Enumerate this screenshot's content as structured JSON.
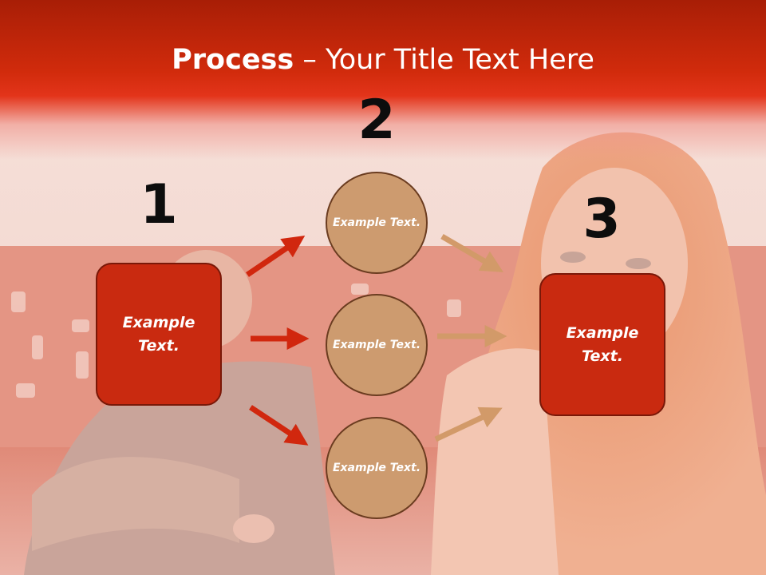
{
  "slide": {
    "title_bold": "Process",
    "title_rest": " – Your Title Text Here"
  },
  "steps": {
    "step1_number": "1",
    "step2_number": "2",
    "step3_number": "3"
  },
  "nodes": {
    "left_box": "Example Text.",
    "circle_top": "Example Text.",
    "circle_middle": "Example Text.",
    "circle_bottom": "Example Text.",
    "right_box": "Example Text."
  },
  "colors": {
    "header_red": "#d12b0c",
    "box_red": "#c92a10",
    "circle_tan": "#cd9b6f",
    "arrow_red": "#d1270e",
    "arrow_tan": "#d29a69"
  }
}
